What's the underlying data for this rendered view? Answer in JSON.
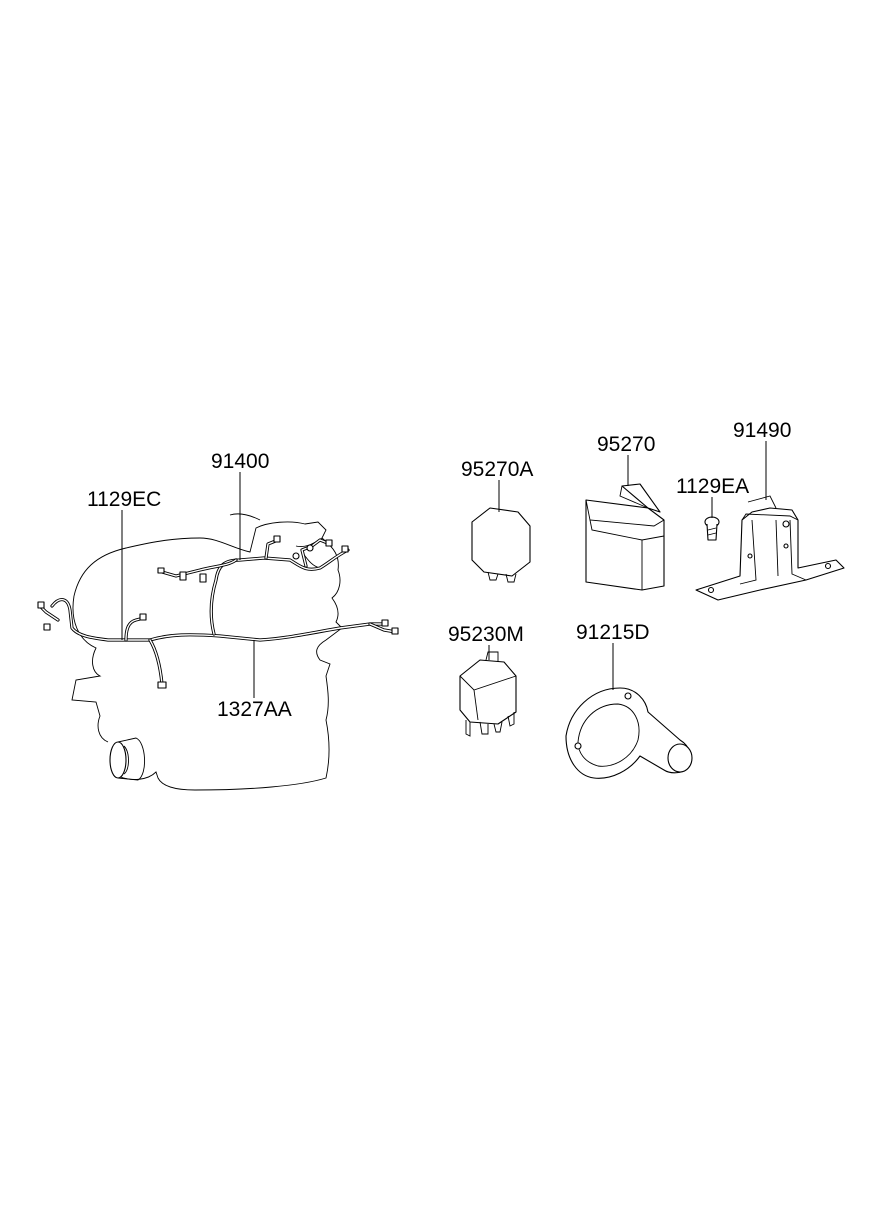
{
  "diagram": {
    "callouts": {
      "c1": "91400",
      "c2": "1129EC",
      "c3": "1327AA",
      "c4": "95270A",
      "c5": "95270",
      "c6": "1129EA",
      "c7": "91490",
      "c8": "95230M",
      "c9": "91215D"
    }
  }
}
